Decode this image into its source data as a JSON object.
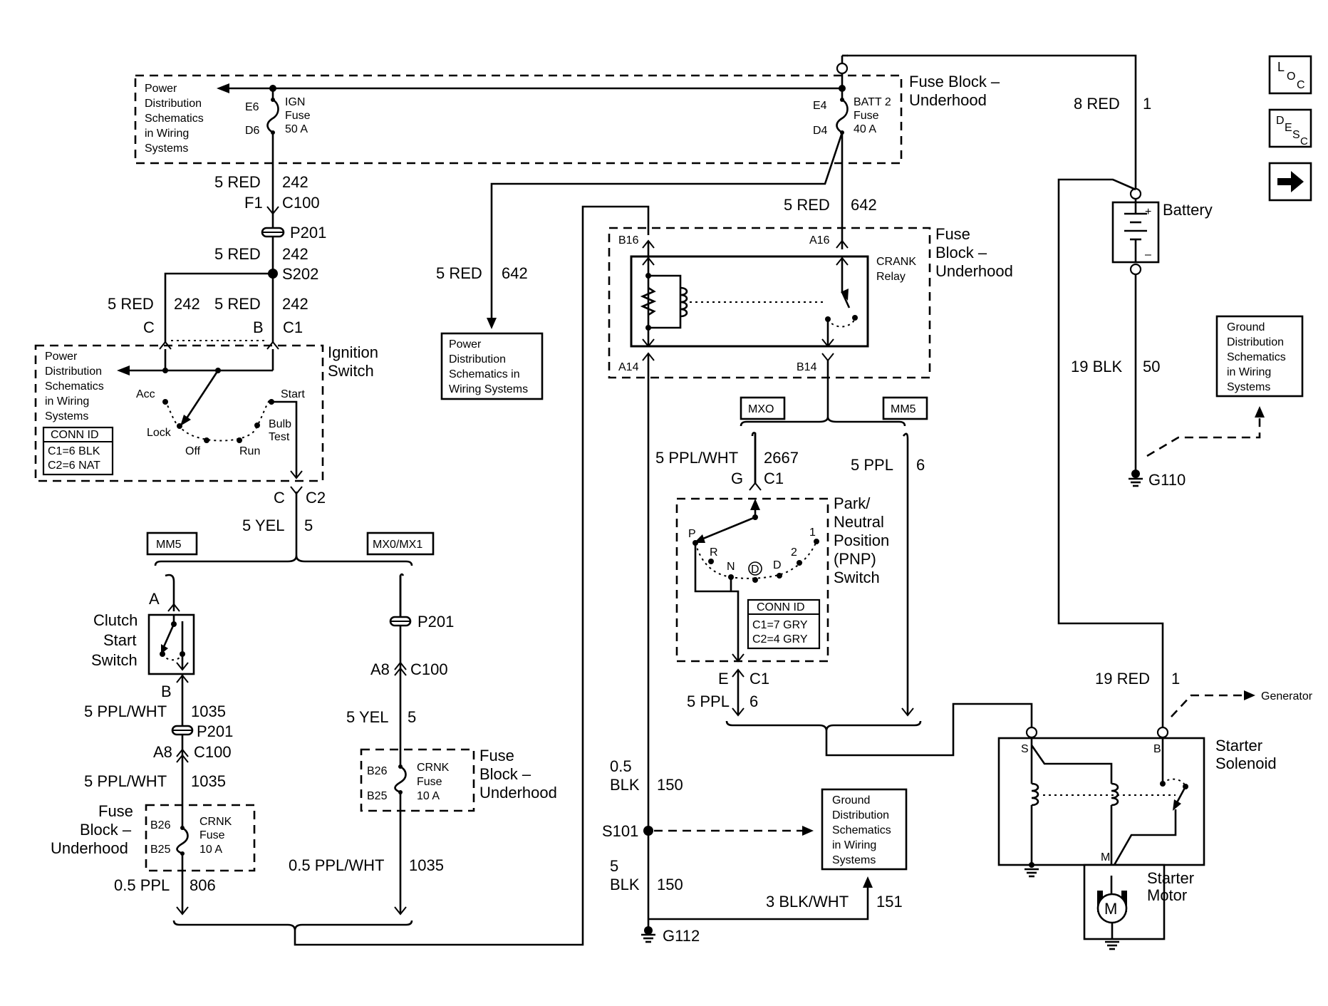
{
  "nav_buttons": {
    "loc": {
      "l": "L",
      "o": "O",
      "c": "C"
    },
    "desc": {
      "d": "D",
      "e": "E",
      "s": "S",
      "c": "C"
    },
    "next_icon": "arrow-right-icon"
  },
  "fuse_block_top": {
    "title_line1": "Fuse Block –",
    "title_line2": "Underhood",
    "ign_pin_top": "E6",
    "ign_pin_bottom": "D6",
    "ign_label": "IGN",
    "ign_fuse": "Fuse",
    "ign_rating": "50 A",
    "batt_pin_top": "E4",
    "batt_pin_bottom": "D4",
    "batt_label": "BATT 2",
    "batt_fuse": "Fuse",
    "batt_rating": "40 A",
    "pds_ref": [
      "Power",
      "Distribution",
      "Schematics",
      "in Wiring",
      "Systems"
    ]
  },
  "wires": {
    "w242_a": {
      "gauge": "5 RED",
      "circuit": "242"
    },
    "f1": "F1",
    "c100_top": "C100",
    "p201_top": "P201",
    "w242_b": {
      "gauge": "5 RED",
      "circuit": "242"
    },
    "s202": "S202",
    "w242_c": {
      "gauge": "5 RED",
      "circuit": "242"
    },
    "w242_d": {
      "gauge": "5 RED",
      "circuit": "242"
    },
    "pin_c": "C",
    "pin_b": "B",
    "c1_ign": "C1",
    "w642_mid": {
      "gauge": "5 RED",
      "circuit": "642"
    },
    "w642_right": {
      "gauge": "5 RED",
      "circuit": "642"
    },
    "w8_red": {
      "gauge": "8 RED",
      "circuit": "1"
    },
    "w19_blk": {
      "gauge": "19 BLK",
      "circuit": "50"
    },
    "g110": "G110",
    "pin_c2_letter": "C",
    "c2": "C2",
    "w5_yel": {
      "gauge": "5 YEL",
      "circuit": "5"
    },
    "mm5_left": "MM5",
    "mx0_mx1": "MX0/MX1",
    "pin_a": "A",
    "pin_b2": "B",
    "w1035_a": {
      "gauge": "5 PPL/WHT",
      "circuit": "1035"
    },
    "p201_left": "P201",
    "a8_left": "A8",
    "c100_left": "C100",
    "w1035_b": {
      "gauge": "5 PPL/WHT",
      "circuit": "1035"
    },
    "w806": {
      "gauge": "0.5 PPL",
      "circuit": "806"
    },
    "p201_mid": "P201",
    "a8_mid": "A8",
    "c100_mid": "C100",
    "w5_yel_mid": {
      "gauge": "5 YEL",
      "circuit": "5"
    },
    "w1035_mid": {
      "gauge": "0.5 PPL/WHT",
      "circuit": "1035"
    },
    "w150_top": {
      "gauge_line1": "0.5",
      "gauge_line2": "BLK",
      "circuit": "150"
    },
    "s101": "S101",
    "w150_bottom": {
      "gauge_line1": "5",
      "gauge_line2": "BLK",
      "circuit": "150"
    },
    "g112": "G112",
    "w151": {
      "gauge": "3 BLK/WHT",
      "circuit": "151"
    },
    "mxo": "MXO",
    "mm5_right": "MM5",
    "w2667": {
      "gauge": "5 PPL/WHT",
      "circuit": "2667"
    },
    "pin_g": "G",
    "c1_pnp": "C1",
    "w6_ppl": {
      "gauge": "5 PPL",
      "circuit": "6"
    },
    "pin_e": "E",
    "c1_pnp_bottom": "C1",
    "w6_ppl_b": {
      "gauge": "5 PPL",
      "circuit": "6"
    },
    "w19_red": {
      "gauge": "19 RED",
      "circuit": "1"
    },
    "generator": "Generator"
  },
  "battery": {
    "label": "Battery",
    "plus": "+",
    "minus": "–"
  },
  "ignition_switch": {
    "title_line1": "Ignition",
    "title_line2": "Switch",
    "pds_ref": [
      "Power",
      "Distribution",
      "Schematics",
      "in Wiring",
      "Systems"
    ],
    "positions": {
      "acc": "Acc",
      "start": "Start",
      "lock": "Lock",
      "off": "Off",
      "run": "Run",
      "bulb1": "Bulb",
      "bulb2": "Test"
    },
    "conn_id": {
      "title": "CONN ID",
      "c1": "C1=6 BLK",
      "c2": "C2=6 NAT"
    }
  },
  "pds_center": [
    "Power",
    "Distribution",
    "Schematics in",
    "Wiring Systems"
  ],
  "crank_relay": {
    "fuse_block_line1": "Fuse",
    "fuse_block_line2": "Block –",
    "fuse_block_line3": "Underhood",
    "name_line1": "CRANK",
    "name_line2": "Relay",
    "b16": "B16",
    "a16": "A16",
    "a14": "A14",
    "b14": "B14"
  },
  "ground_ref_right": [
    "Ground",
    "Distribution",
    "Schematics",
    "in Wiring",
    "Systems"
  ],
  "ground_ref_center": [
    "Ground",
    "Distribution",
    "Schematics",
    "in Wiring",
    "Systems"
  ],
  "clutch_switch": {
    "line1": "Clutch",
    "line2": "Start",
    "line3": "Switch"
  },
  "fuse_left": {
    "title_line1": "Fuse",
    "title_line2": "Block –",
    "title_line3": "Underhood",
    "b26": "B26",
    "b25": "B25",
    "name": "CRNK",
    "fuse": "Fuse",
    "rating": "10 A"
  },
  "fuse_mid": {
    "title_line1": "Fuse",
    "title_line2": "Block –",
    "title_line3": "Underhood",
    "b26": "B26",
    "b25": "B25",
    "name": "CRNK",
    "fuse": "Fuse",
    "rating": "10 A"
  },
  "pnp_switch": {
    "line1": "Park/",
    "line2": "Neutral",
    "line3": "Position",
    "line4": "(PNP)",
    "line5": "Switch",
    "positions": {
      "p": "P",
      "r": "R",
      "n": "N",
      "d_circ": "D",
      "d": "D",
      "two": "2",
      "one": "1"
    },
    "conn_id": {
      "title": "CONN ID",
      "c1": "C1=7 GRY",
      "c2": "C2=4 GRY"
    }
  },
  "starter": {
    "solenoid_line1": "Starter",
    "solenoid_line2": "Solenoid",
    "s": "S",
    "b": "B",
    "m": "M",
    "motor_line1": "Starter",
    "motor_line2": "Motor",
    "motor_symbol": "M"
  }
}
